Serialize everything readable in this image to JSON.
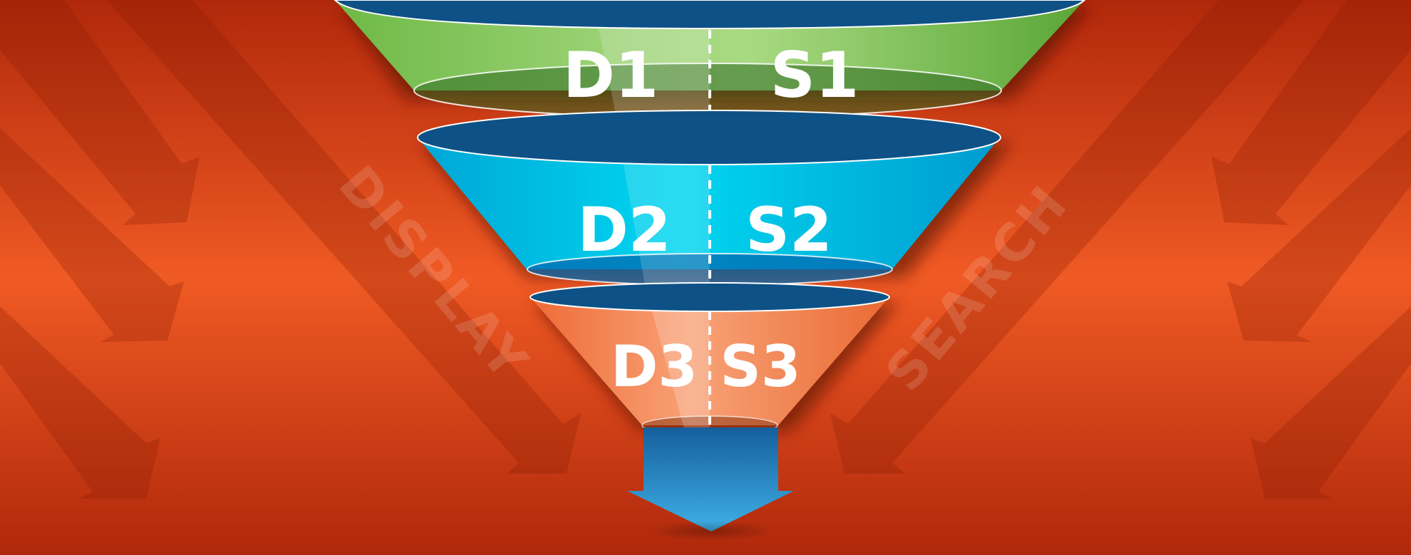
{
  "background": {
    "left_word": "DISPLAY",
    "right_word": "SEARCH"
  },
  "funnel": {
    "stages": [
      {
        "left": "D1",
        "right": "S1",
        "color": "#7cc150"
      },
      {
        "left": "D2",
        "right": "S2",
        "color": "#00b4dc"
      },
      {
        "left": "D3",
        "right": "S3",
        "color": "#f0703a"
      }
    ],
    "spout_color": "#1f7fc0",
    "divider": "dashed"
  },
  "colors": {
    "background_light": "#f05a24",
    "background_dark": "#b52a0c",
    "rim": "#0e5186"
  }
}
